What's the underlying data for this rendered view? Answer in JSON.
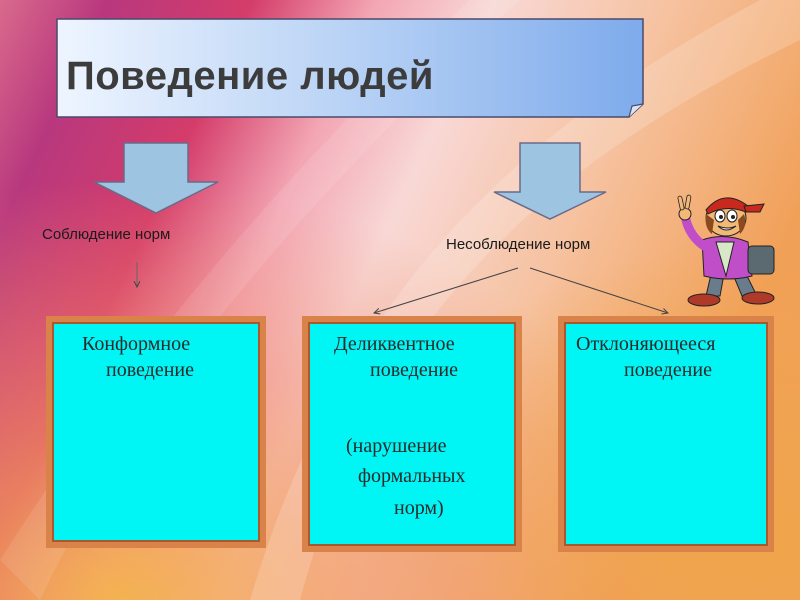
{
  "title": "Поведение людей",
  "branches": {
    "left_label": "Соблюдение норм",
    "right_label": "Несоблюдение норм"
  },
  "boxes": [
    {
      "line1": "Конформное",
      "line2": "поведение"
    },
    {
      "line1": "Деликвентное",
      "line2": "поведение",
      "note1": "(нарушение",
      "note2": "формальных",
      "note3": "норм)"
    },
    {
      "line1": "Отклоняющееся",
      "line2": "поведение"
    }
  ],
  "colors": {
    "box_fill": "#00f5f5",
    "box_border": "#d9834a",
    "banner_fill": "#a9c8f2",
    "arrow_fill": "#9dc4e0"
  },
  "illustration": "cartoon-boy-peace-sign"
}
